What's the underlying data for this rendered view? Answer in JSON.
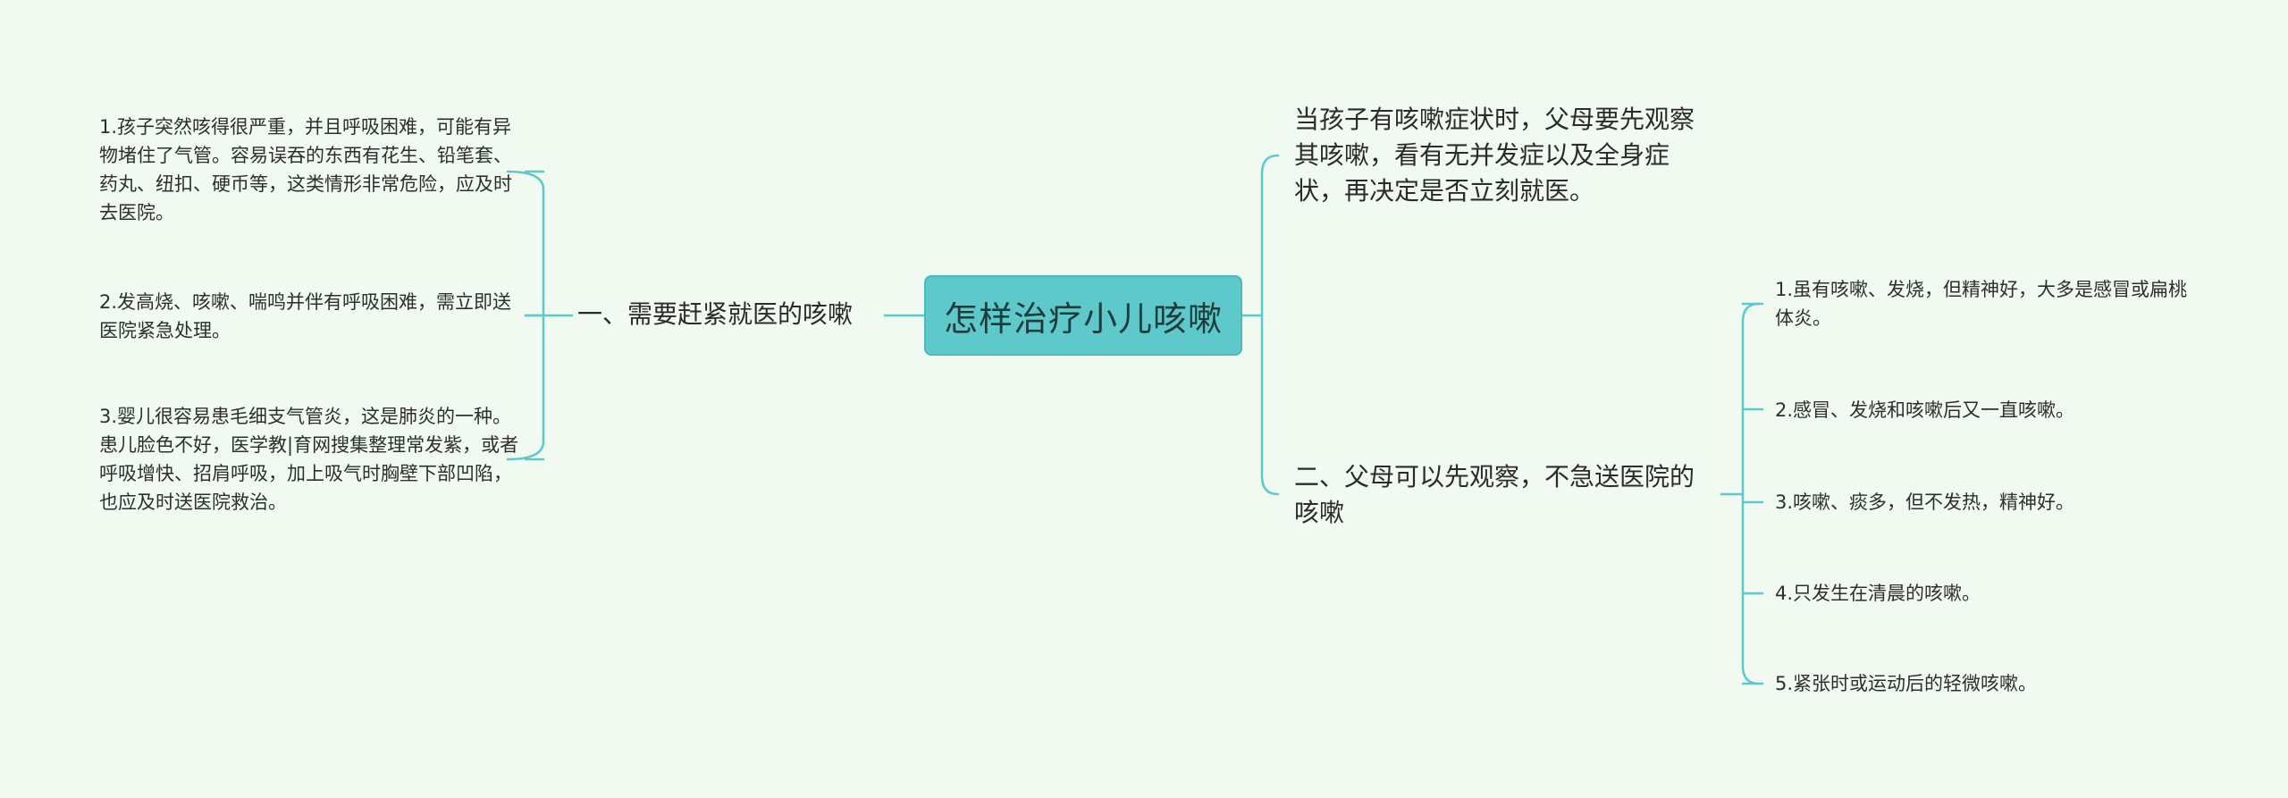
{
  "root": {
    "label": "怎样治疗小儿咳嗽"
  },
  "branches": {
    "left": {
      "label": "一、需要赶紧就医的咳嗽",
      "items": [
        "1.孩子突然咳得很严重，并且呼吸困难，可能有异物堵住了气管。容易误吞的东西有花生、铅笔套、药丸、纽扣、硬币等，这类情形非常危险，应及时去医院。",
        "2.发高烧、咳嗽、喘鸣并伴有呼吸困难，需立即送医院紧急处理。",
        "3.婴儿很容易患毛细支气管炎，这是肺炎的一种。患儿脸色不好，医学教|育网搜集整理常发紫，或者呼吸增快、招肩呼吸，加上吸气时胸壁下部凹陷，也应及时送医院救治。"
      ]
    },
    "right_top": {
      "label": "当孩子有咳嗽症状时，父母要先观察其咳嗽，看有无并发症以及全身症状，再决定是否立刻就医。"
    },
    "right_bottom": {
      "label": "二、父母可以先观察，不急送医院的咳嗽",
      "items": [
        "1.虽有咳嗽、发烧，但精神好，大多是感冒或扁桃体炎。",
        "2.感冒、发烧和咳嗽后又一直咳嗽。",
        "3.咳嗽、痰多，但不发热，精神好。",
        "4.只发生在清晨的咳嗽。",
        "5.紧张时或运动后的轻微咳嗽。"
      ]
    }
  },
  "colors": {
    "background": "#f1faf0",
    "root_fill": "#5ec9cb",
    "connector": "#5ec9cb"
  }
}
